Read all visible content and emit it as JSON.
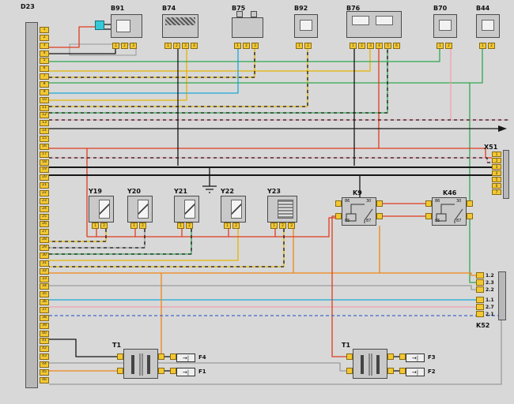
{
  "diagram": {
    "fuse_arrow": "→|",
    "ecu_connector": {
      "label": "D23",
      "pins": [
        "1",
        "2",
        "3",
        "4",
        "5",
        "6",
        "7",
        "8",
        "9",
        "10",
        "11",
        "12",
        "13",
        "14",
        "15",
        "16",
        "17",
        "18",
        "19",
        "20",
        "21",
        "22",
        "23",
        "24",
        "25",
        "26",
        "27",
        "28",
        "29",
        "30",
        "31",
        "32",
        "33",
        "34",
        "35",
        "36",
        "37",
        "38",
        "39",
        "40",
        "41",
        "42",
        "43",
        "44",
        "45",
        "46"
      ]
    },
    "top_components": [
      {
        "id": "B91",
        "pins": [
          "1",
          "2",
          "3"
        ]
      },
      {
        "id": "B74",
        "pins": [
          "1",
          "2",
          "3",
          "4"
        ]
      },
      {
        "id": "B75",
        "pins": [
          "1",
          "2",
          "3"
        ]
      },
      {
        "id": "B92",
        "pins": [
          "1",
          "2"
        ]
      },
      {
        "id": "B76",
        "pins": [
          "1",
          "2",
          "3",
          "4",
          "5",
          "6"
        ]
      },
      {
        "id": "B70",
        "pins": [
          "1",
          "2"
        ]
      },
      {
        "id": "B44",
        "pins": [
          "1",
          "2"
        ]
      }
    ],
    "valves": [
      {
        "id": "Y19",
        "pins": [
          "1",
          "2"
        ]
      },
      {
        "id": "Y20",
        "pins": [
          "1",
          "2"
        ]
      },
      {
        "id": "Y21",
        "pins": [
          "1",
          "2"
        ]
      },
      {
        "id": "Y22",
        "pins": [
          "1",
          "2"
        ]
      },
      {
        "id": "Y23",
        "pins": [
          "1",
          "2",
          "3"
        ]
      }
    ],
    "relays": [
      {
        "id": "K9",
        "pin_labels": [
          "86",
          "85",
          "30",
          "87"
        ]
      },
      {
        "id": "K46",
        "pin_labels": [
          "86",
          "85",
          "30",
          "87"
        ]
      }
    ],
    "x51": {
      "label": "X51",
      "pins": [
        "1",
        "2",
        "3",
        "4",
        "5",
        "6",
        "7"
      ]
    },
    "k52": {
      "label": "K52",
      "pins": [
        "1.2",
        "2.3",
        "2.2",
        "1.1",
        "2.7",
        "2.1"
      ]
    },
    "transformers": [
      {
        "id": "T1"
      },
      {
        "id": "T1"
      }
    ],
    "fuses": [
      {
        "id": "F4"
      },
      {
        "id": "F1"
      },
      {
        "id": "F3"
      },
      {
        "id": "F2"
      }
    ],
    "colors": {
      "background": "#d8d8d8",
      "pin_yellow": "#f2c832",
      "component_gray": "#c9c9c9",
      "wire_red": "#e03c1e",
      "wire_green": "#2fa84f",
      "wire_yellow": "#e8b400",
      "wire_black": "#161616",
      "wire_cyan": "#1aa7d8",
      "wire_orange": "#f08414",
      "wire_pink": "#f0a0b0",
      "wire_gray": "#9a9a9a",
      "wire_blue": "#4664c8"
    }
  }
}
